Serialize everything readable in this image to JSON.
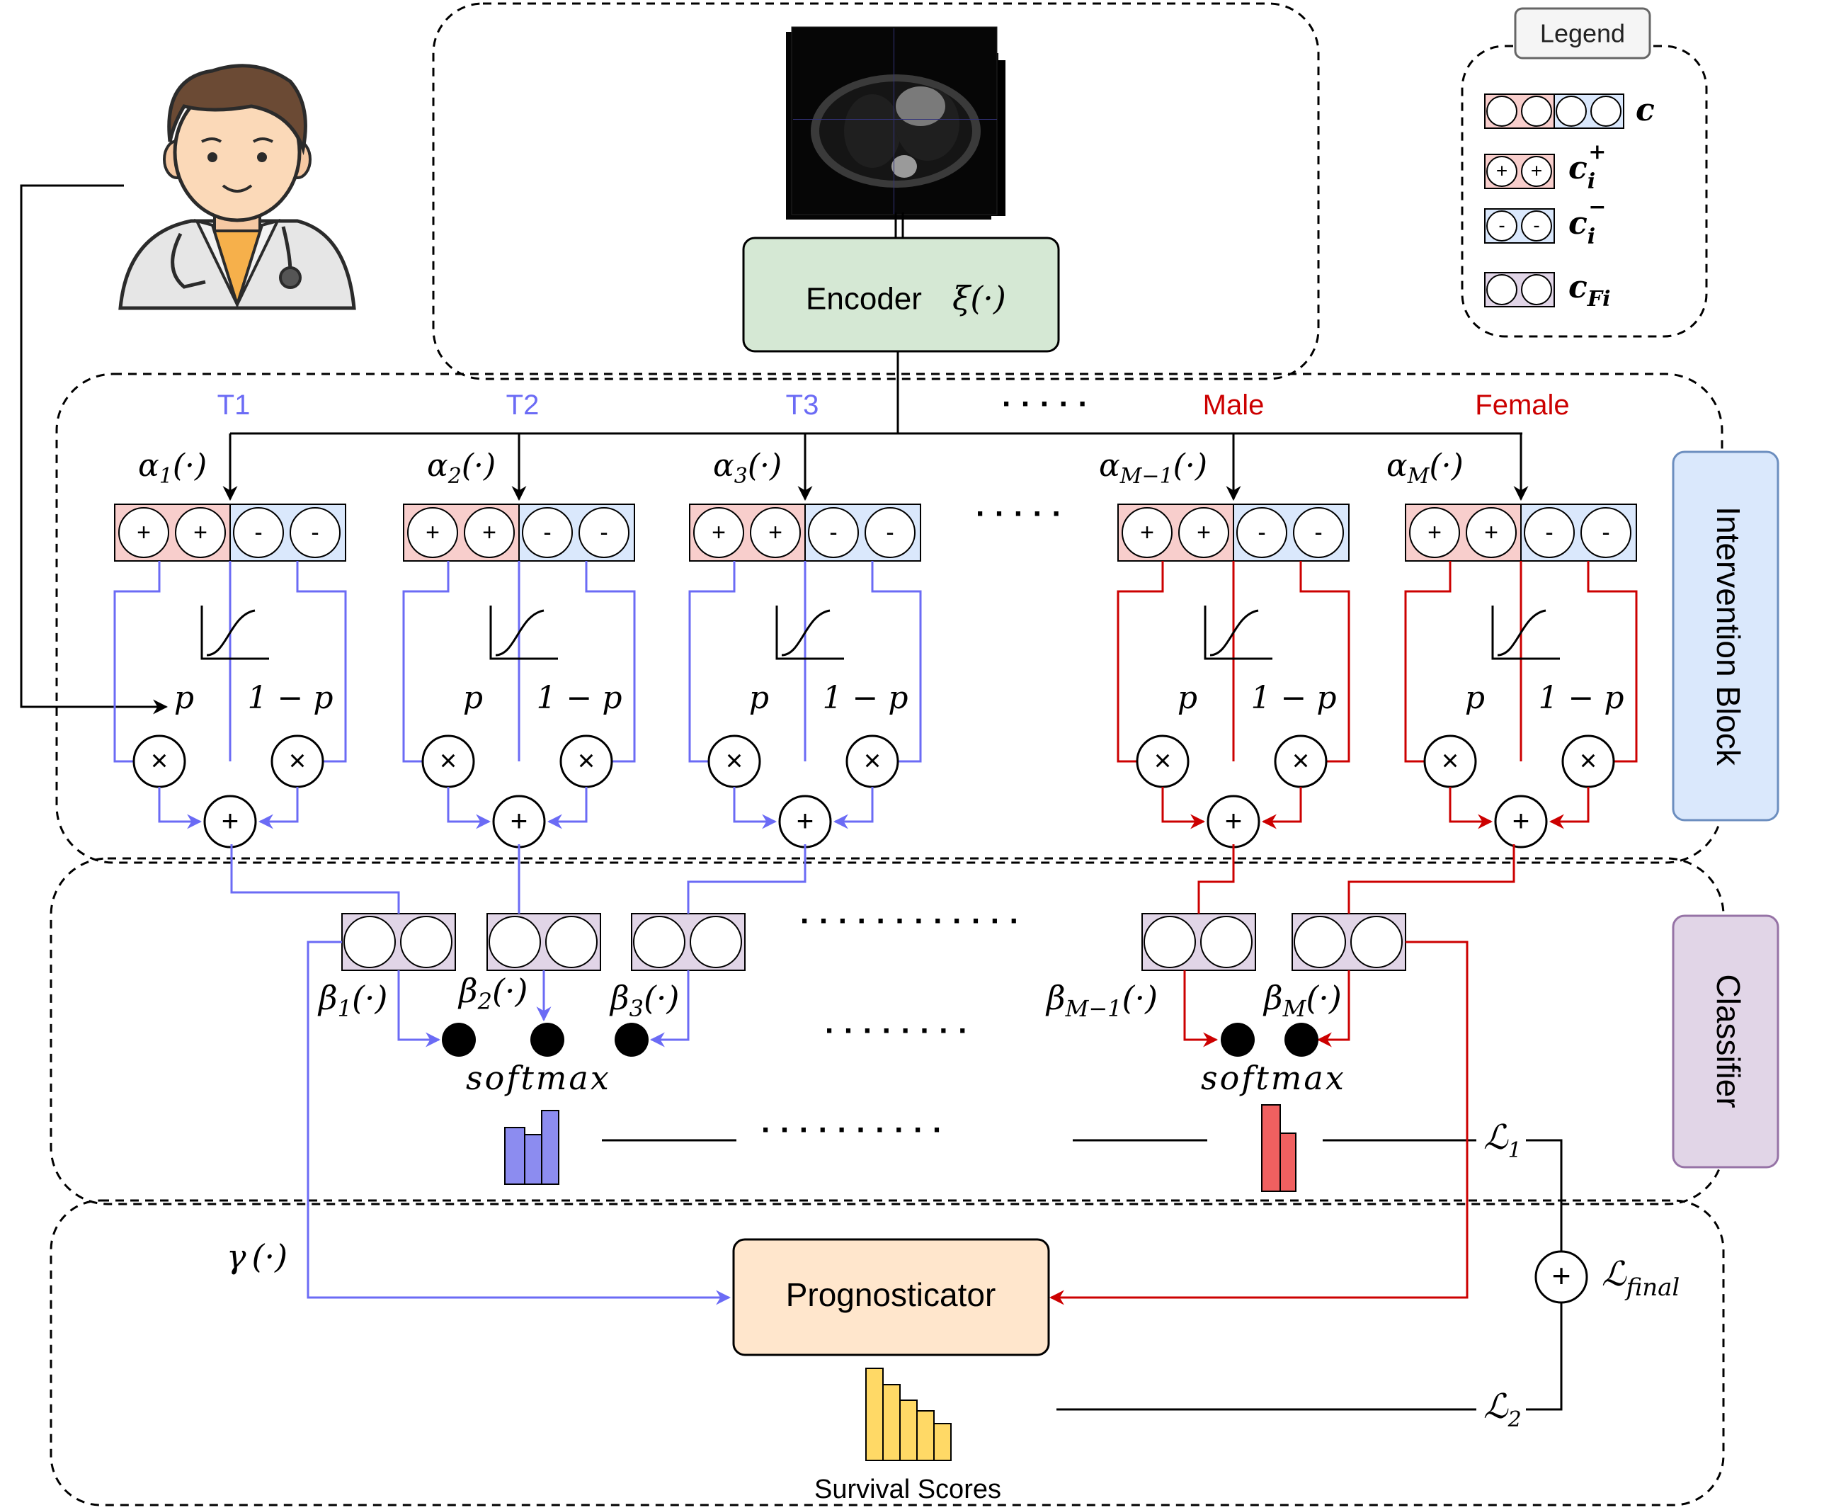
{
  "legend": {
    "title": "Legend",
    "c": "c",
    "c_plus_base": "c",
    "c_plus_sub": "i",
    "c_plus_sup": "+",
    "c_minus_base": "c",
    "c_minus_sub": "i",
    "c_minus_sup": "−",
    "c_f_base": "c",
    "c_f_sub": "Fi",
    "plus_sign": "+",
    "minus_sign": "-"
  },
  "encoder": {
    "label": "Encoder",
    "func": "ξ(·)"
  },
  "intervention_block": {
    "label": "Intervention Block"
  },
  "classifier": {
    "label": "Classifier"
  },
  "prognosticator": {
    "label": "Prognosticator",
    "scores_label": "Survival Scores"
  },
  "concept_groups": [
    {
      "name": "T1",
      "alpha_sym": "α",
      "alpha_sub": "1",
      "alpha_arg": "(·)",
      "color": "#6b6bf5"
    },
    {
      "name": "T2",
      "alpha_sym": "α",
      "alpha_sub": "2",
      "alpha_arg": "(·)",
      "color": "#6b6bf5"
    },
    {
      "name": "T3",
      "alpha_sym": "α",
      "alpha_sub": "3",
      "alpha_arg": "(·)",
      "color": "#6b6bf5"
    },
    {
      "name": "Male",
      "alpha_sym": "α",
      "alpha_sub": "M−1",
      "alpha_arg": "(·)",
      "color": "#cc0000"
    },
    {
      "name": "Female",
      "alpha_sym": "α",
      "alpha_sub": "M",
      "alpha_arg": "(·)",
      "color": "#cc0000"
    }
  ],
  "gate": {
    "p": "p",
    "one_minus_p": "1 − p",
    "times": "×",
    "plus": "+"
  },
  "betas": [
    {
      "sym": "β",
      "sub": "1",
      "arg": "(·)"
    },
    {
      "sym": "β",
      "sub": "2",
      "arg": "(·)"
    },
    {
      "sym": "β",
      "sub": "3",
      "arg": "(·)"
    },
    {
      "sym": "β",
      "sub": "M−1",
      "arg": "(·)"
    },
    {
      "sym": "β",
      "sub": "M",
      "arg": "(·)"
    }
  ],
  "softmax": "softmax",
  "gamma": {
    "sym": "γ",
    "arg": "(·)"
  },
  "losses": {
    "l1_base": "ℒ",
    "l1_sub": "1",
    "l2_base": "ℒ",
    "l2_sub": "2",
    "lfinal_base": "ℒ",
    "lfinal_sub": "final"
  },
  "ellipsis": {
    "short": "· · · · ·",
    "long": "· · · · · · · · · · · ·",
    "medium": "· · · · · · · ·",
    "mid": "· · · · · · · · · ·"
  },
  "colors": {
    "blue": "#6b6bf5",
    "red": "#cc0000",
    "encoder_fill": "#d5e8d4",
    "prog_fill": "#ffe6cc",
    "intervention_fill": "#dae8fc",
    "classifier_fill": "#e1d5e7",
    "pos_fill": "#f8cecc",
    "neg_fill": "#dae8fc",
    "concept_fill": "#e1d5e7",
    "blue_bar": "#8c8cf0",
    "red_bar": "#f06060",
    "yellow_bar": "#ffd966"
  }
}
